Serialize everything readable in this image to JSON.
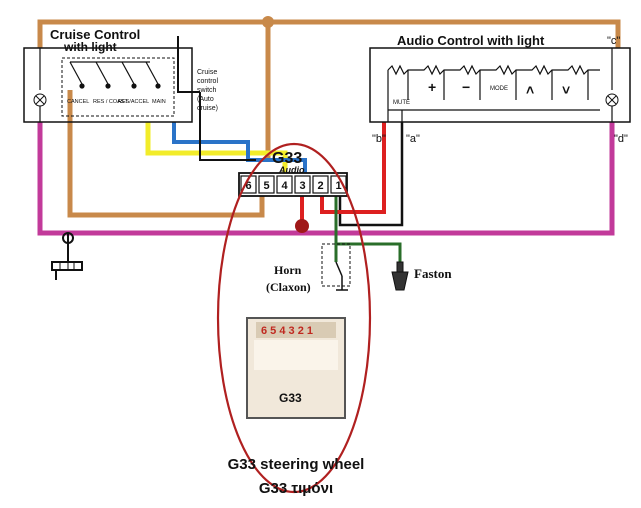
{
  "cruise": {
    "title_line1": "Cruise Control",
    "title_line2": "with light",
    "buttons": [
      "CANCEL",
      "RES / COAST",
      "RES/ACCEL",
      "MAIN"
    ],
    "switch_note": [
      "Cruise",
      "control",
      "switch",
      "(Auto",
      "cruise)"
    ]
  },
  "audio": {
    "title": "Audio Control with light",
    "buttons": [
      "MUTE",
      "+",
      "−",
      "MODE",
      "˄",
      "˅"
    ]
  },
  "connector": {
    "name": "G33",
    "sub": "Audio",
    "pins": [
      "6",
      "5",
      "4",
      "3",
      "2",
      "1"
    ]
  },
  "points": {
    "a": "\"a\"",
    "b": "\"b\"",
    "c": "\"c\"",
    "d": "\"d\""
  },
  "horn": {
    "line1": "Horn",
    "line2": "(Claxon)"
  },
  "faston": "Faston",
  "photo": {
    "pins": "6 5 4 3 2 1",
    "label": "G33"
  },
  "caption": {
    "line1": "G33 steering wheel",
    "line2": "G33 τιμόνι"
  },
  "colors": {
    "orange": "#c8894a",
    "yellow": "#f2ec2a",
    "blue": "#2a73c8",
    "magenta": "#c23a9a",
    "red": "#dd2020",
    "green": "#2a6e2a",
    "black": "#111111",
    "ellipse": "#b02020"
  }
}
